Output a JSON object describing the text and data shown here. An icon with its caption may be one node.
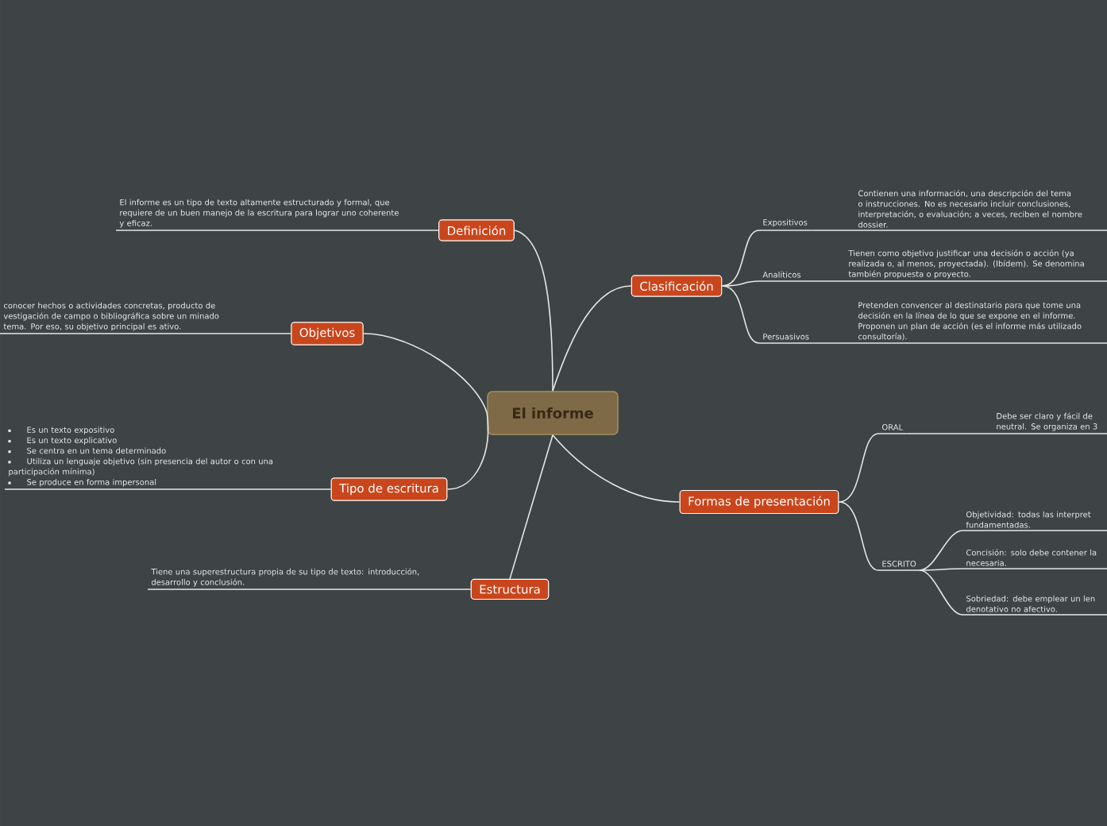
{
  "diagram": {
    "nodes": [
      {
        "text": [
          "El informe"
        ]
      },
      {
        "text": [
          "Definición"
        ]
      },
      {
        "text": [
          "El informe es un tipo de texto altamente estructurado y formal, que requiere de un buen manejo de la escritura para lograr uno coherente y eficaz."
        ]
      },
      {
        "text": [
          "Objetivos"
        ]
      },
      {
        "text": [
          "conocer hechos o actividades concretas, producto de vestigación de campo o bibliográfica sobre un minado tema. Por eso, su objetivo principal es ativo."
        ]
      },
      {
        "text": [
          "Tipo de escritura"
        ]
      },
      {
        "text": [
          "Es un texto expositivo",
          "Es un texto explicativo",
          "Se centra en un tema determinado",
          "Utiliza un lenguaje objetivo (sin presencia del autor o con una participación mínima)",
          "Se produce en forma impersonal"
        ]
      },
      {
        "text": [
          "Estructura"
        ]
      },
      {
        "text": [
          "Tiene una superestructura propia de su tipo de texto: introducción, desarrollo y conclusión."
        ]
      },
      {
        "text": [
          "Clasificación"
        ]
      },
      {
        "text": [
          "Expositivos"
        ]
      },
      {
        "text": [
          "Contienen una información, una descripción del tema o instrucciones. No es necesario incluir conclusiones, interpretación, o evaluación; a veces, reciben el nombre dossier."
        ]
      },
      {
        "text": [
          "Analíticos"
        ]
      },
      {
        "text": [
          "Tienen como objetivo justificar una decisión o acción (ya realizada o, al menos, proyectada). (Ibídem). Se denomina también propuesta o proyecto."
        ]
      },
      {
        "text": [
          "Persuasivos"
        ]
      },
      {
        "text": [
          "Pretenden convencer al destinatario para que tome una decisión en la línea de lo que se expone en el informe. Proponen un plan de acción (es el informe más utilizado consultoría)."
        ]
      },
      {
        "text": [
          "Formas de presentación"
        ]
      },
      {
        "text": [
          "ORAL"
        ]
      },
      {
        "text": [
          "Debe ser claro y fácil de neutral. Se organiza en 3"
        ]
      },
      {
        "text": [
          "ESCRITO"
        ]
      },
      {
        "text": [
          "Objetividad: todas las interpret fundamentadas."
        ]
      },
      {
        "text": [
          "Concisión: solo debe contener la necesaria."
        ]
      },
      {
        "text": [
          "Sobriedad: debe emplear un len denotativo no afectivo."
        ]
      }
    ],
    "edges": [
      {
        "from": 0,
        "to": 1,
        "arrow": "none"
      },
      {
        "from": 1,
        "to": 2,
        "arrow": "none"
      },
      {
        "from": 0,
        "to": 3,
        "arrow": "none"
      },
      {
        "from": 3,
        "to": 4,
        "arrow": "none"
      },
      {
        "from": 0,
        "to": 5,
        "arrow": "none"
      },
      {
        "from": 5,
        "to": 6,
        "arrow": "none"
      },
      {
        "from": 0,
        "to": 7,
        "arrow": "none"
      },
      {
        "from": 7,
        "to": 8,
        "arrow": "none"
      },
      {
        "from": 0,
        "to": 9,
        "arrow": "none"
      },
      {
        "from": 9,
        "to": 10,
        "arrow": "none"
      },
      {
        "from": 10,
        "to": 11,
        "arrow": "none"
      },
      {
        "from": 9,
        "to": 12,
        "arrow": "none"
      },
      {
        "from": 12,
        "to": 13,
        "arrow": "none"
      },
      {
        "from": 9,
        "to": 14,
        "arrow": "none"
      },
      {
        "from": 14,
        "to": 15,
        "arrow": "none"
      },
      {
        "from": 0,
        "to": 16,
        "arrow": "none"
      },
      {
        "from": 16,
        "to": 17,
        "arrow": "none"
      },
      {
        "from": 17,
        "to": 18,
        "arrow": "none"
      },
      {
        "from": 16,
        "to": 19,
        "arrow": "none"
      },
      {
        "from": 19,
        "to": 20,
        "arrow": "none"
      },
      {
        "from": 19,
        "to": 21,
        "arrow": "none"
      },
      {
        "from": 19,
        "to": 22,
        "arrow": "none"
      }
    ]
  }
}
